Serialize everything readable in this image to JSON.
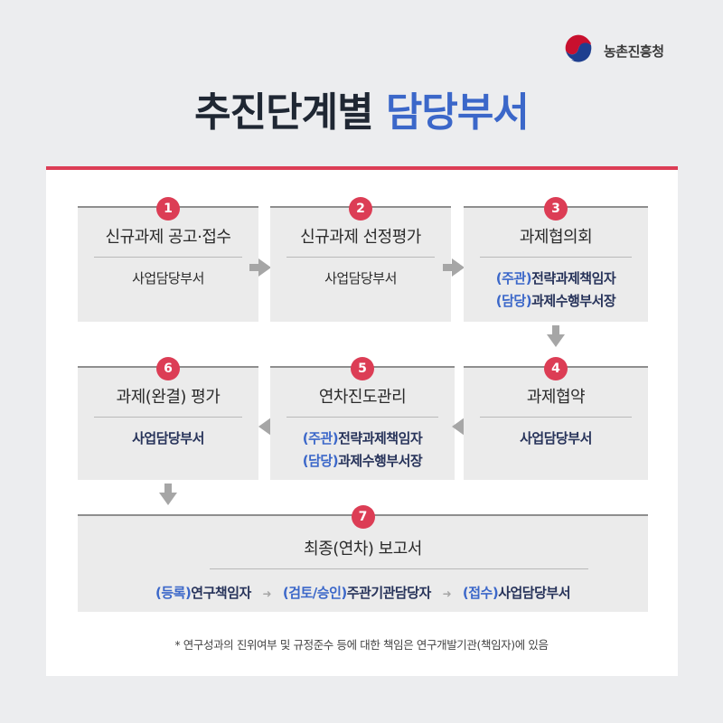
{
  "logo": {
    "text": "농촌진흥청",
    "icon": "taegeuk-emblem-icon"
  },
  "title": {
    "main": "추진단계별",
    "highlight": "담당부서"
  },
  "colors": {
    "accent_red": "#dc3d55",
    "accent_blue": "#3b67c9",
    "box_bg": "#ebebeb"
  },
  "steps": [
    {
      "num": "1",
      "title": "신규과제 공고·접수",
      "sub": "사업담당부서"
    },
    {
      "num": "2",
      "title": "신규과제 선정평가",
      "sub": "사업담당부서"
    },
    {
      "num": "3",
      "title": "과제협의회",
      "line1_tag": "(주관)",
      "line1_text": "전략과제책임자",
      "line2_tag": "(담당)",
      "line2_text": "과제수행부서장"
    },
    {
      "num": "4",
      "title": "과제협약",
      "sub": "사업담당부서"
    },
    {
      "num": "5",
      "title": "연차진도관리",
      "line1_tag": "(주관)",
      "line1_text": "전략과제책임자",
      "line2_tag": "(담당)",
      "line2_text": "과제수행부서장"
    },
    {
      "num": "6",
      "title": "과제(완결) 평가",
      "sub": "사업담당부서"
    },
    {
      "num": "7",
      "title": "최종(연차) 보고서",
      "flow": [
        {
          "tag": "(등록)",
          "text": "연구책임자"
        },
        {
          "tag": "(검토/승인)",
          "text": "주관기관담당자"
        },
        {
          "tag": "(접수)",
          "text": "사업담당부서"
        }
      ]
    }
  ],
  "footnote": "* 연구성과의 진위여부 및 규정준수 등에 대한 책임은 연구개발기관(책임자)에 있음"
}
